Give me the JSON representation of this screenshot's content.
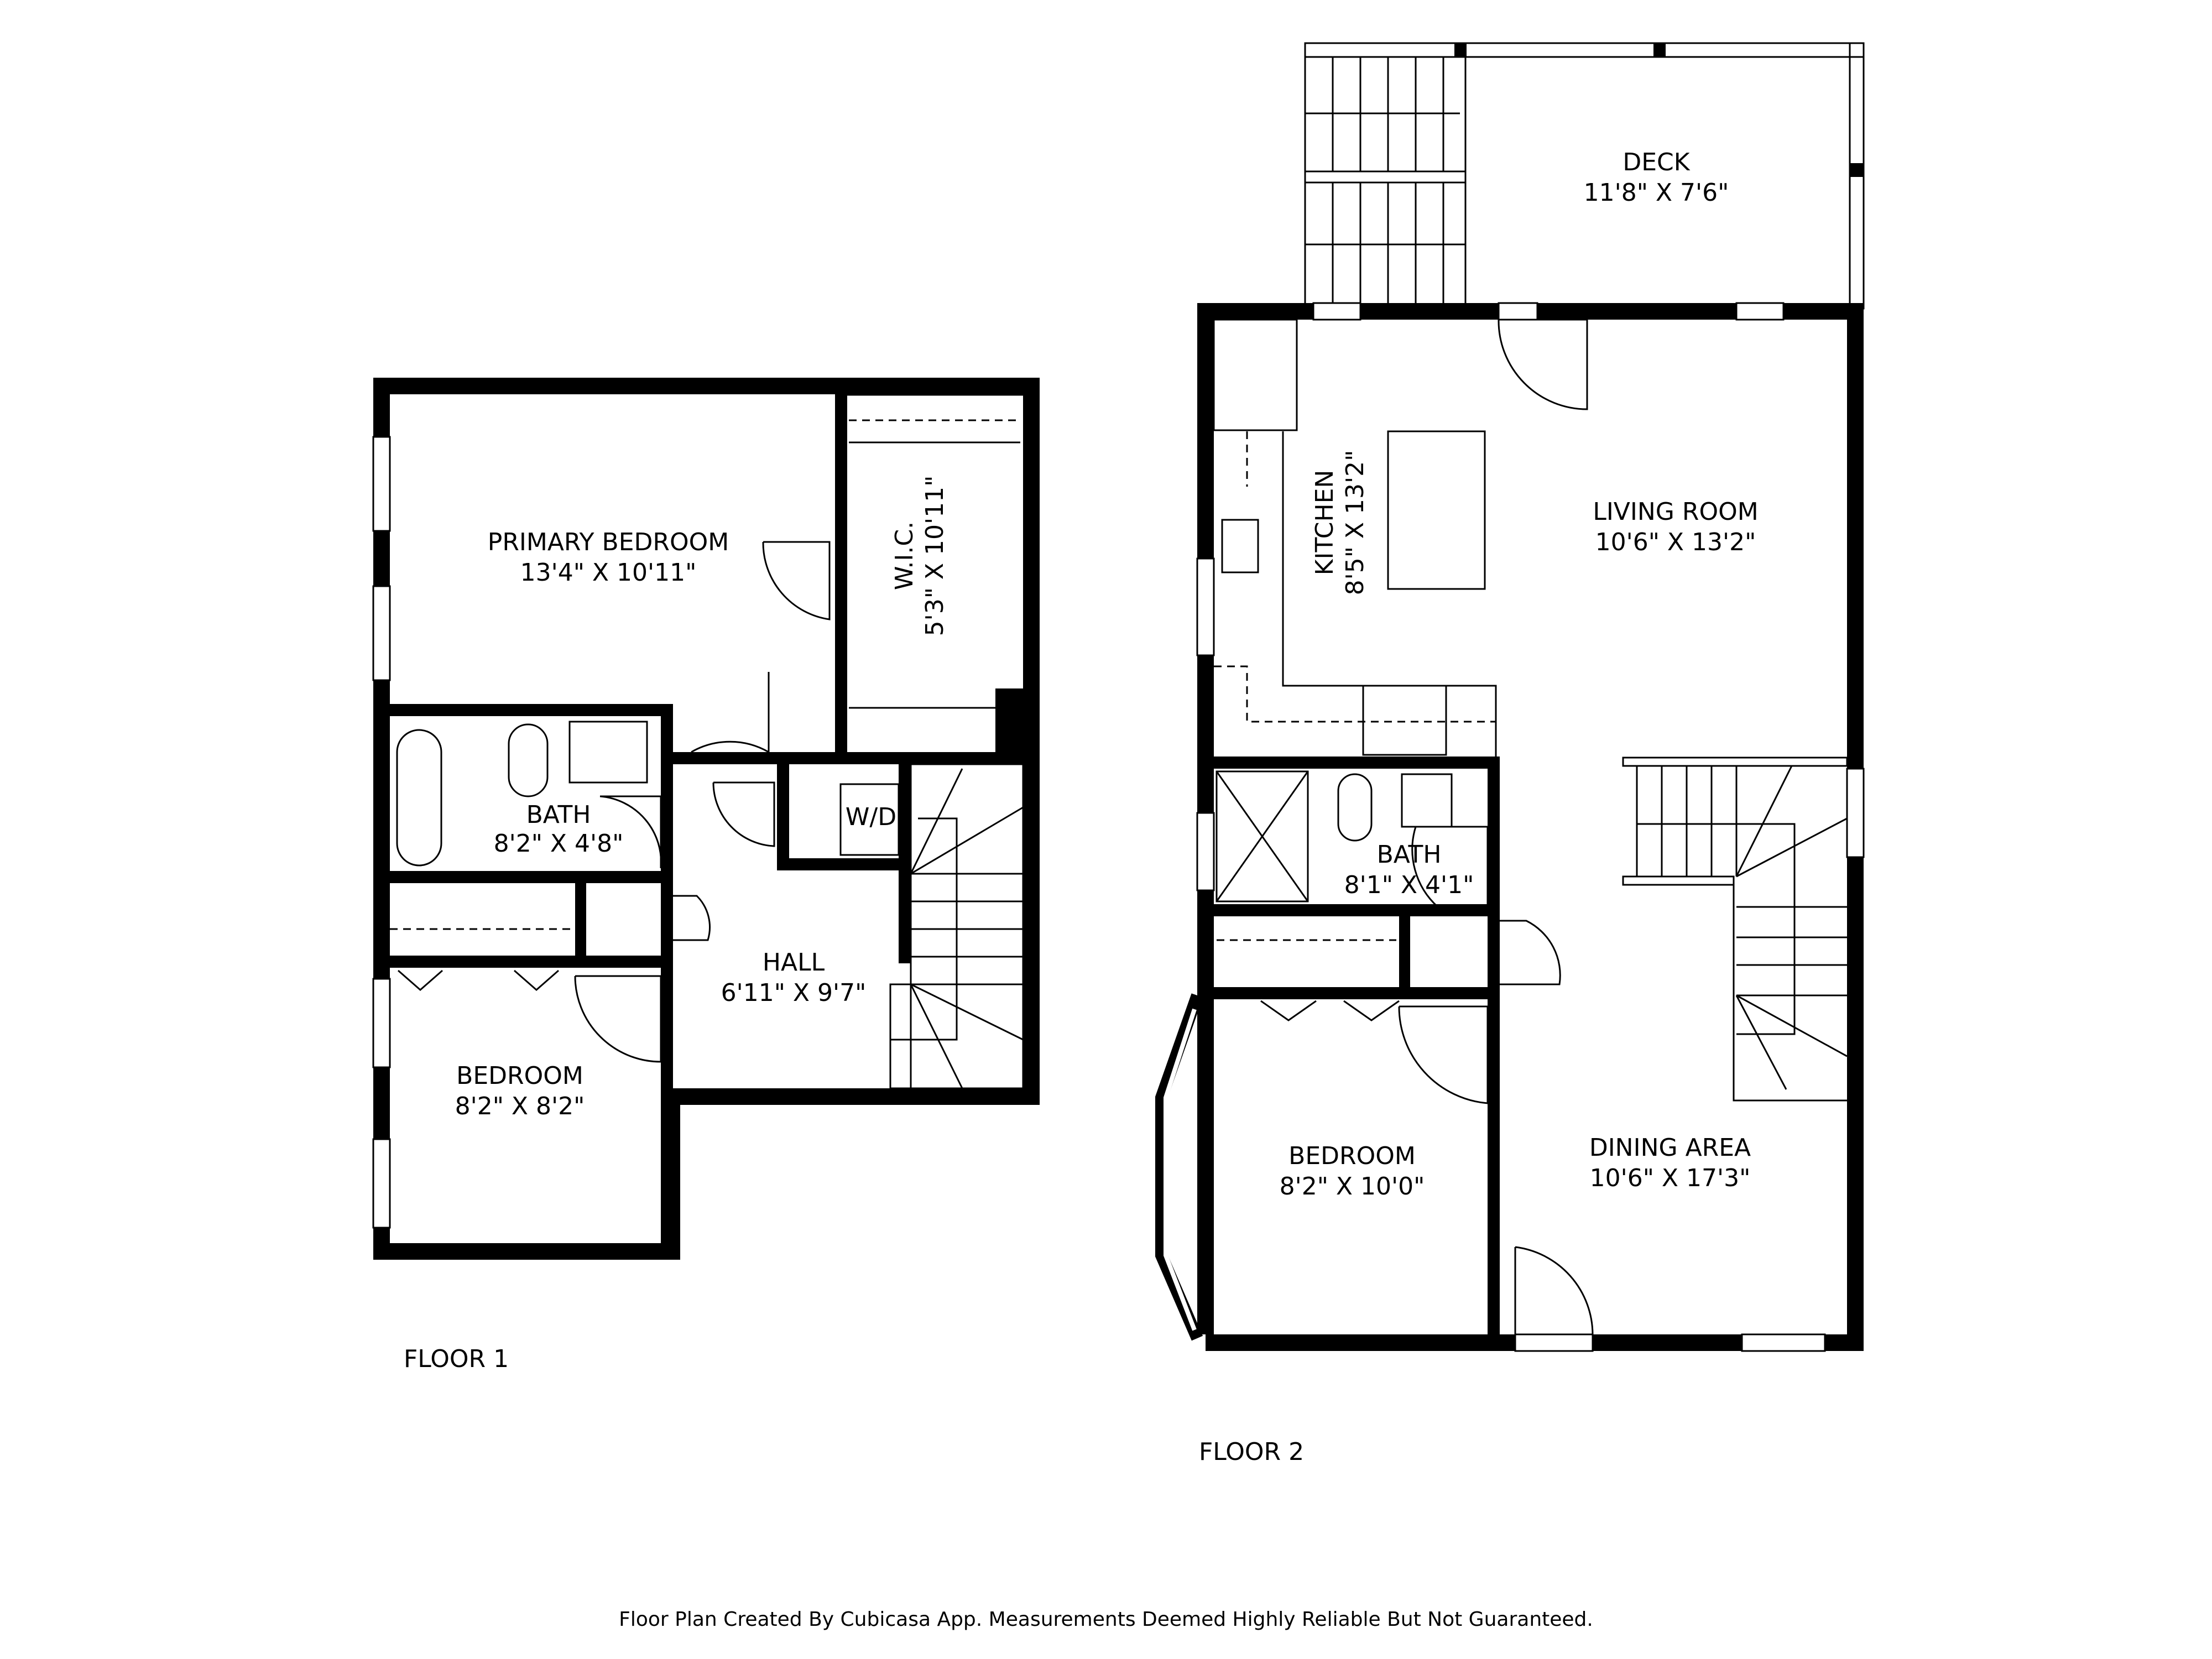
{
  "floors": [
    {
      "label": "FLOOR 1",
      "rooms": [
        {
          "name": "PRIMARY BEDROOM",
          "dims": "13'4\" X 10'11\""
        },
        {
          "name": "W.I.C.",
          "dims": "5'3\" X 10'11\""
        },
        {
          "name": "BATH",
          "dims": "8'2\" X 4'8\""
        },
        {
          "name": "W/D",
          "dims": ""
        },
        {
          "name": "HALL",
          "dims": "6'11\" X 9'7\""
        },
        {
          "name": "BEDROOM",
          "dims": "8'2\" X 8'2\""
        }
      ]
    },
    {
      "label": "FLOOR 2",
      "rooms": [
        {
          "name": "DECK",
          "dims": "11'8\" X 7'6\""
        },
        {
          "name": "KITCHEN",
          "dims": "8'5\" X 13'2\""
        },
        {
          "name": "LIVING ROOM",
          "dims": "10'6\" X 13'2\""
        },
        {
          "name": "BATH",
          "dims": "8'1\" X 4'1\""
        },
        {
          "name": "BEDROOM",
          "dims": "8'2\" X 10'0\""
        },
        {
          "name": "DINING AREA",
          "dims": "10'6\" X 17'3\""
        }
      ]
    }
  ],
  "footer": "Floor Plan Created By Cubicasa App. Measurements Deemed Highly Reliable But Not Guaranteed."
}
